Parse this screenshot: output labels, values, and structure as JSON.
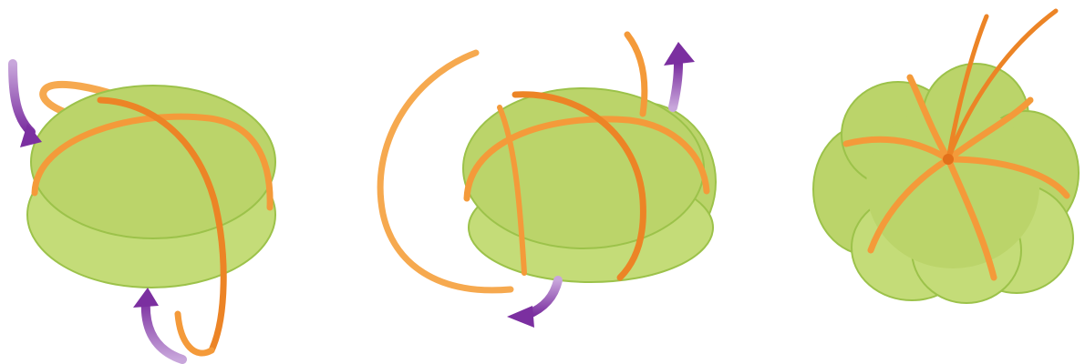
{
  "figure": {
    "background": "#ffffff",
    "colors": {
      "fill": "#bbd46a",
      "fill_light": "#c4dc78",
      "outline": "#8fb83c",
      "string": "#f49a3a",
      "string_dark": "#ec8426",
      "arrow": "#7b2fa0",
      "arrow_light": "#c8a6db"
    },
    "steps": [
      {
        "step": 1,
        "arrows": 2
      },
      {
        "step": 2,
        "arrows": 2
      },
      {
        "step": 3,
        "arrows": 0
      }
    ]
  }
}
